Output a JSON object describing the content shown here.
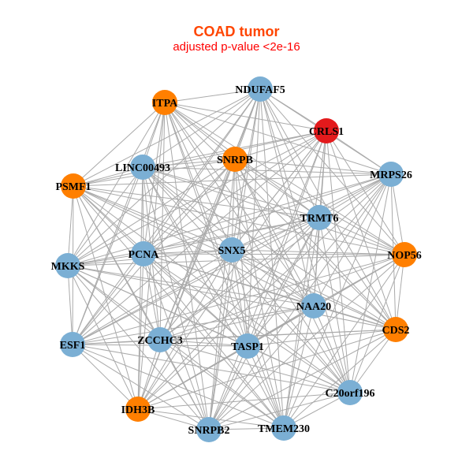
{
  "title": "COAD tumor",
  "subtitle": "adjusted p-value <2e-16",
  "colors": {
    "title": "#FF4500",
    "subtitle": "#FF0000",
    "edge": "#AAAAAA",
    "blue": "#7BAFD4",
    "orange": "#FF7F00",
    "red": "#E31A1C"
  },
  "nodes": [
    {
      "name": "NDUFAF5",
      "group": "blue"
    },
    {
      "name": "ITPA",
      "group": "orange"
    },
    {
      "name": "CRLS1",
      "group": "red"
    },
    {
      "name": "SNRPB",
      "group": "orange"
    },
    {
      "name": "LINC00493",
      "group": "blue"
    },
    {
      "name": "MRPS26",
      "group": "blue"
    },
    {
      "name": "PSMF1",
      "group": "orange"
    },
    {
      "name": "TRMT6",
      "group": "blue"
    },
    {
      "name": "NOP56",
      "group": "orange"
    },
    {
      "name": "SNX5",
      "group": "blue"
    },
    {
      "name": "PCNA",
      "group": "blue"
    },
    {
      "name": "MKKS",
      "group": "blue"
    },
    {
      "name": "NAA20",
      "group": "blue"
    },
    {
      "name": "CDS2",
      "group": "orange"
    },
    {
      "name": "ESF1",
      "group": "blue"
    },
    {
      "name": "ZCCHC3",
      "group": "blue"
    },
    {
      "name": "TASP1",
      "group": "blue"
    },
    {
      "name": "C20orf196",
      "group": "blue"
    },
    {
      "name": "IDH3B",
      "group": "orange"
    },
    {
      "name": "SNRPB2",
      "group": "blue"
    },
    {
      "name": "TMEM230",
      "group": "blue"
    }
  ]
}
